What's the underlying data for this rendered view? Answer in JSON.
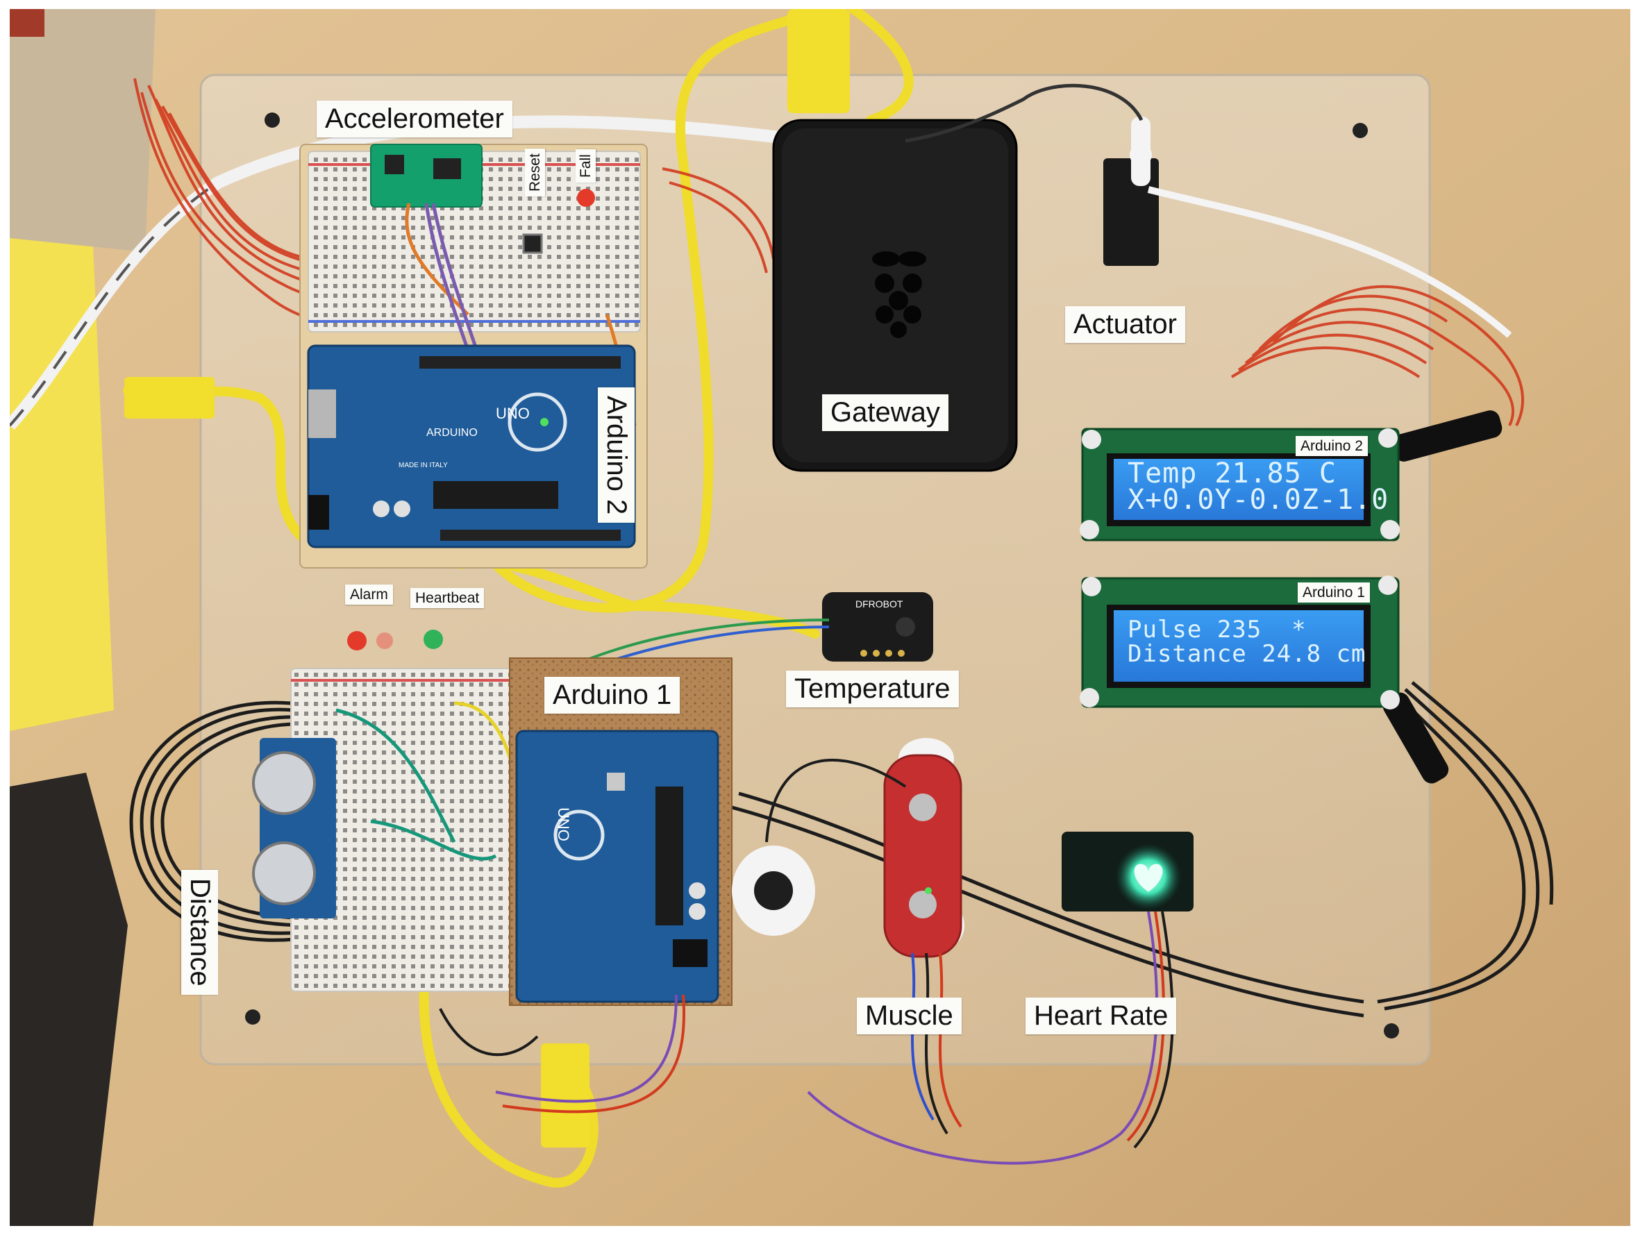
{
  "labels": {
    "accelerometer": "Accelerometer",
    "reset": "Reset",
    "fall": "Fall",
    "arduino_2_board": "Arduino 2",
    "gateway": "Gateway",
    "actuator": "Actuator",
    "arduino_2_lcd": "Arduino 2",
    "arduino_1_lcd": "Arduino 1",
    "alarm": "Alarm",
    "heartbeat": "Heartbeat",
    "arduino_1_board": "Arduino 1",
    "temperature": "Temperature",
    "distance": "Distance",
    "muscle": "Muscle",
    "heart_rate": "Heart Rate"
  },
  "lcd_arduino_2": {
    "line1": "Temp 21.85 C",
    "line2": "X+0.0Y-0.0Z-1.0"
  },
  "lcd_arduino_1": {
    "line1": "Pulse 235  *",
    "line2": "Distance 24.8 cm"
  },
  "board_markings": {
    "uno_top": "UNO",
    "uno_bottom": "UNO",
    "arduino_word": "ARDUINO",
    "dfrobot": "DFROBOT",
    "made_in_italy": "MADE IN ITALY"
  },
  "colors": {
    "table": "#d9b78a",
    "acrylic": "#e8e4dc",
    "lcd_screen": "#2f8fe8",
    "lcd_pcb": "#1b6b3c",
    "arduino_blue": "#1f5c99",
    "red_wire": "#d23a1e",
    "yellow_cable": "#f0dc2a",
    "black_wire": "#1c1c1c"
  }
}
